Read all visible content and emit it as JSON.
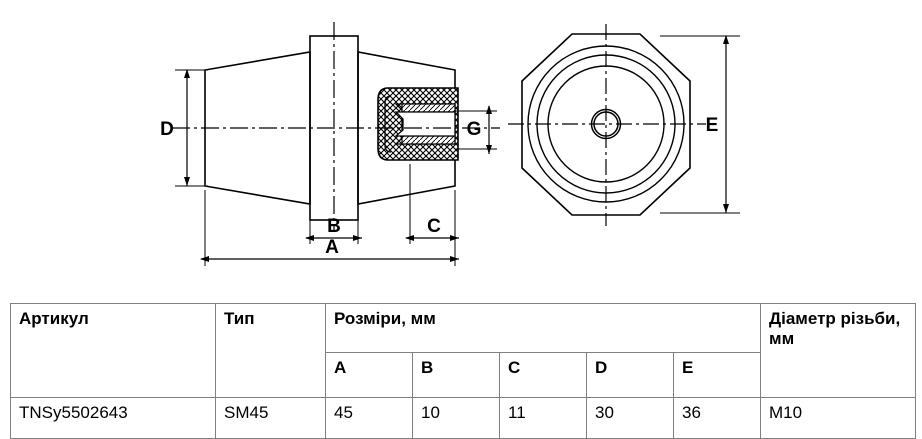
{
  "drawing": {
    "title_present": false,
    "views": {
      "side_view": {
        "name": "side-section-view",
        "dimension_labels": [
          "D",
          "B",
          "C",
          "A",
          "G"
        ]
      },
      "front_view": {
        "name": "front-octagon-view",
        "dimension_labels": [
          "E"
        ]
      }
    },
    "labels": {
      "d": "D",
      "b": "B",
      "c": "C",
      "a": "A",
      "g": "G",
      "e": "E"
    },
    "colors": {
      "line": "#000000",
      "background": "#ffffff",
      "table_border": "#808080"
    }
  },
  "table": {
    "headers": {
      "article": "Артикул",
      "type": "Тип",
      "sizes_group": "Розміри, мм",
      "thread_diameter": "Діаметр різьби,",
      "thread_diameter_unit": "мм",
      "dims": [
        "A",
        "B",
        "C",
        "D",
        "E"
      ]
    },
    "rows": [
      {
        "article": "TNSy5502643",
        "type": "SM45",
        "a": "45",
        "b": "10",
        "c": "11",
        "d": "30",
        "e": "36",
        "thread": "M10"
      }
    ]
  }
}
